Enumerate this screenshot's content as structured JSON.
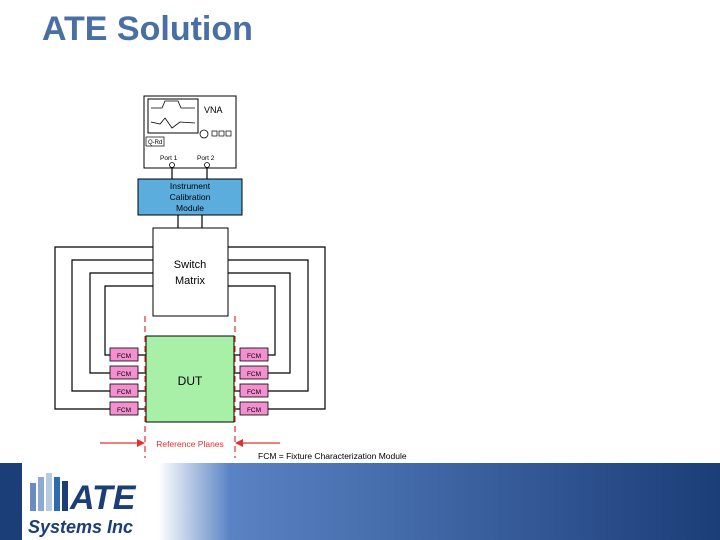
{
  "title": "ATE Solution",
  "vna": {
    "label": "VNA",
    "port1": "Port 1",
    "port2": "Port 2",
    "readout": "Q-Rd"
  },
  "calibration_module": {
    "line1": "Instrument",
    "line2": "Calibration",
    "line3": "Module"
  },
  "switch_matrix": {
    "line1": "Switch",
    "line2": "Matrix"
  },
  "dut": {
    "label": "DUT"
  },
  "fcm_left": [
    "FCM",
    "FCM",
    "FCM",
    "FCM"
  ],
  "fcm_right": [
    "FCM",
    "FCM",
    "FCM",
    "FCM"
  ],
  "reference_planes": "Reference Planes",
  "legend_note": "FCM = Fixture Characterization Module",
  "logo": {
    "brand": "ATE",
    "subtitle": "Systems Inc"
  },
  "colors": {
    "title": "#4a6fa5",
    "cal_fill": "#5badde",
    "fcm_fill": "#f48fd0",
    "dut_fill": "#a8f0a8",
    "ref_plane": "#e03030",
    "footer": "#1b3d78",
    "logo_accent": "#2a6bb5"
  }
}
